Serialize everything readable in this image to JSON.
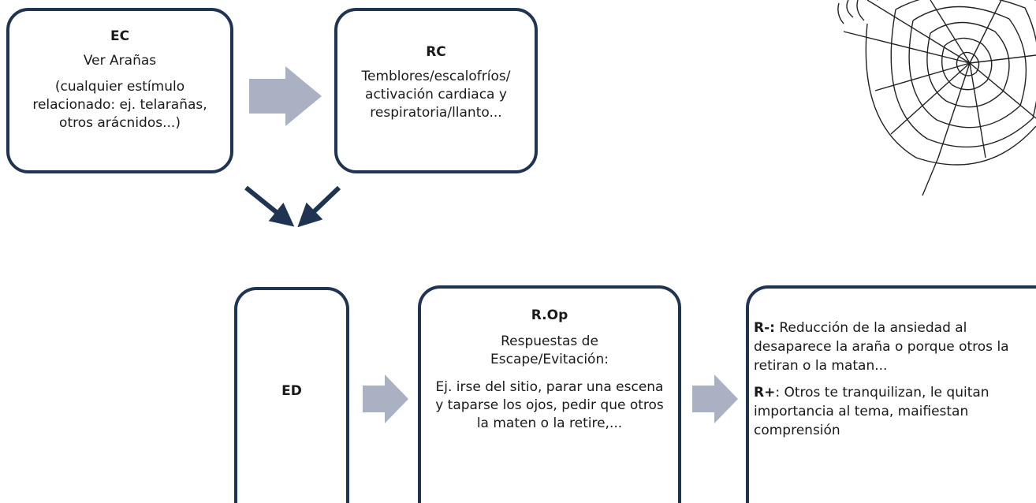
{
  "ec": {
    "title": "EC",
    "main": "Ver Arañas",
    "detail": "(cualquier estímulo relacionado: ej. telarañas, otros arácnidos...)"
  },
  "rc": {
    "title": "RC",
    "detail": "Temblores/escalofríos/ activación cardiaca y respiratoria/llanto..."
  },
  "ed": {
    "title": "ED"
  },
  "rop": {
    "title": "R.Op",
    "main": "Respuestas de Escape/Evitación:",
    "detail": "Ej. irse del sitio, parar una escena y taparse los ojos, pedir que otros la maten o la retire,..."
  },
  "reinforcement": {
    "neg_label": "R-:",
    "neg_text": " Reducción de la ansiedad al desaparece la araña o porque otros la retiran o la matan...",
    "pos_label": "R+",
    "pos_text": ": Otros te tranquilizan, le quitan importancia al tema, maifiestan comprensión"
  },
  "colors": {
    "border": "#1f3452",
    "block_arrow": "#a9b1c3",
    "line_arrow": "#1f3452"
  },
  "icons": [
    "spider-web-icon"
  ]
}
